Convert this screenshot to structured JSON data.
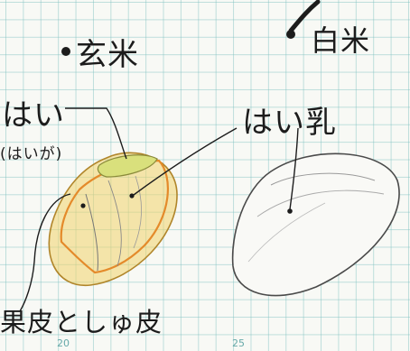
{
  "labels": {
    "brown_rice": "玄米",
    "white_rice": "白米",
    "embryo": "はい",
    "embryo_reading": "(はいが)",
    "endosperm": "はい乳",
    "pericarp_seed_coat": "果皮としゅ皮"
  },
  "grid_numbers": {
    "left": "20",
    "right": "25"
  },
  "colors": {
    "ink": "#1c1c1c",
    "grid": "#7fc0c0",
    "husk_yellow": "#e8c84a",
    "husk_orange": "#e59a3a",
    "embryo_green": "#c9d77a"
  }
}
